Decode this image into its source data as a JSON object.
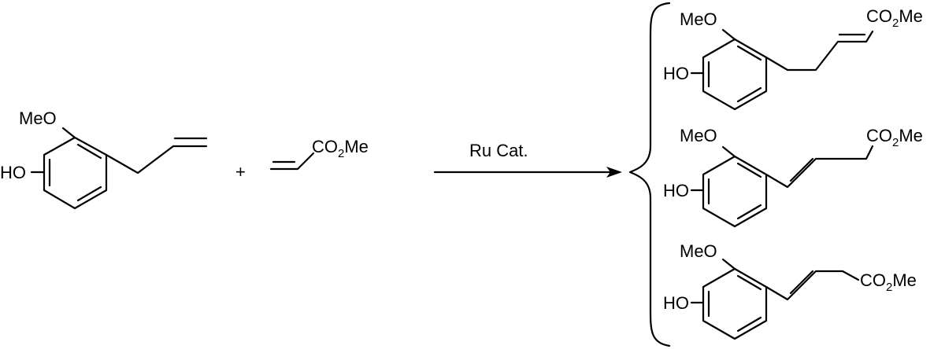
{
  "reactant_eugenol": {
    "methoxy_label": "MeO",
    "hydroxy_label": "HO"
  },
  "plus_sign": "+",
  "reactant_acrylate": {
    "ester_label": "CO",
    "ester_subscript": "2",
    "ester_suffix": "Me"
  },
  "reaction_arrow": {
    "catalyst_label": "Ru Cat."
  },
  "products": [
    {
      "methoxy_label": "MeO",
      "hydroxy_label": "HO",
      "ester_label": "CO",
      "ester_subscript": "2",
      "ester_suffix": "Me"
    },
    {
      "methoxy_label": "MeO",
      "hydroxy_label": "HO",
      "ester_label": "CO",
      "ester_subscript": "2",
      "ester_suffix": "Me"
    },
    {
      "methoxy_label": "MeO",
      "hydroxy_label": "HO",
      "ester_label": "CO",
      "ester_subscript": "2",
      "ester_suffix": "Me"
    }
  ]
}
